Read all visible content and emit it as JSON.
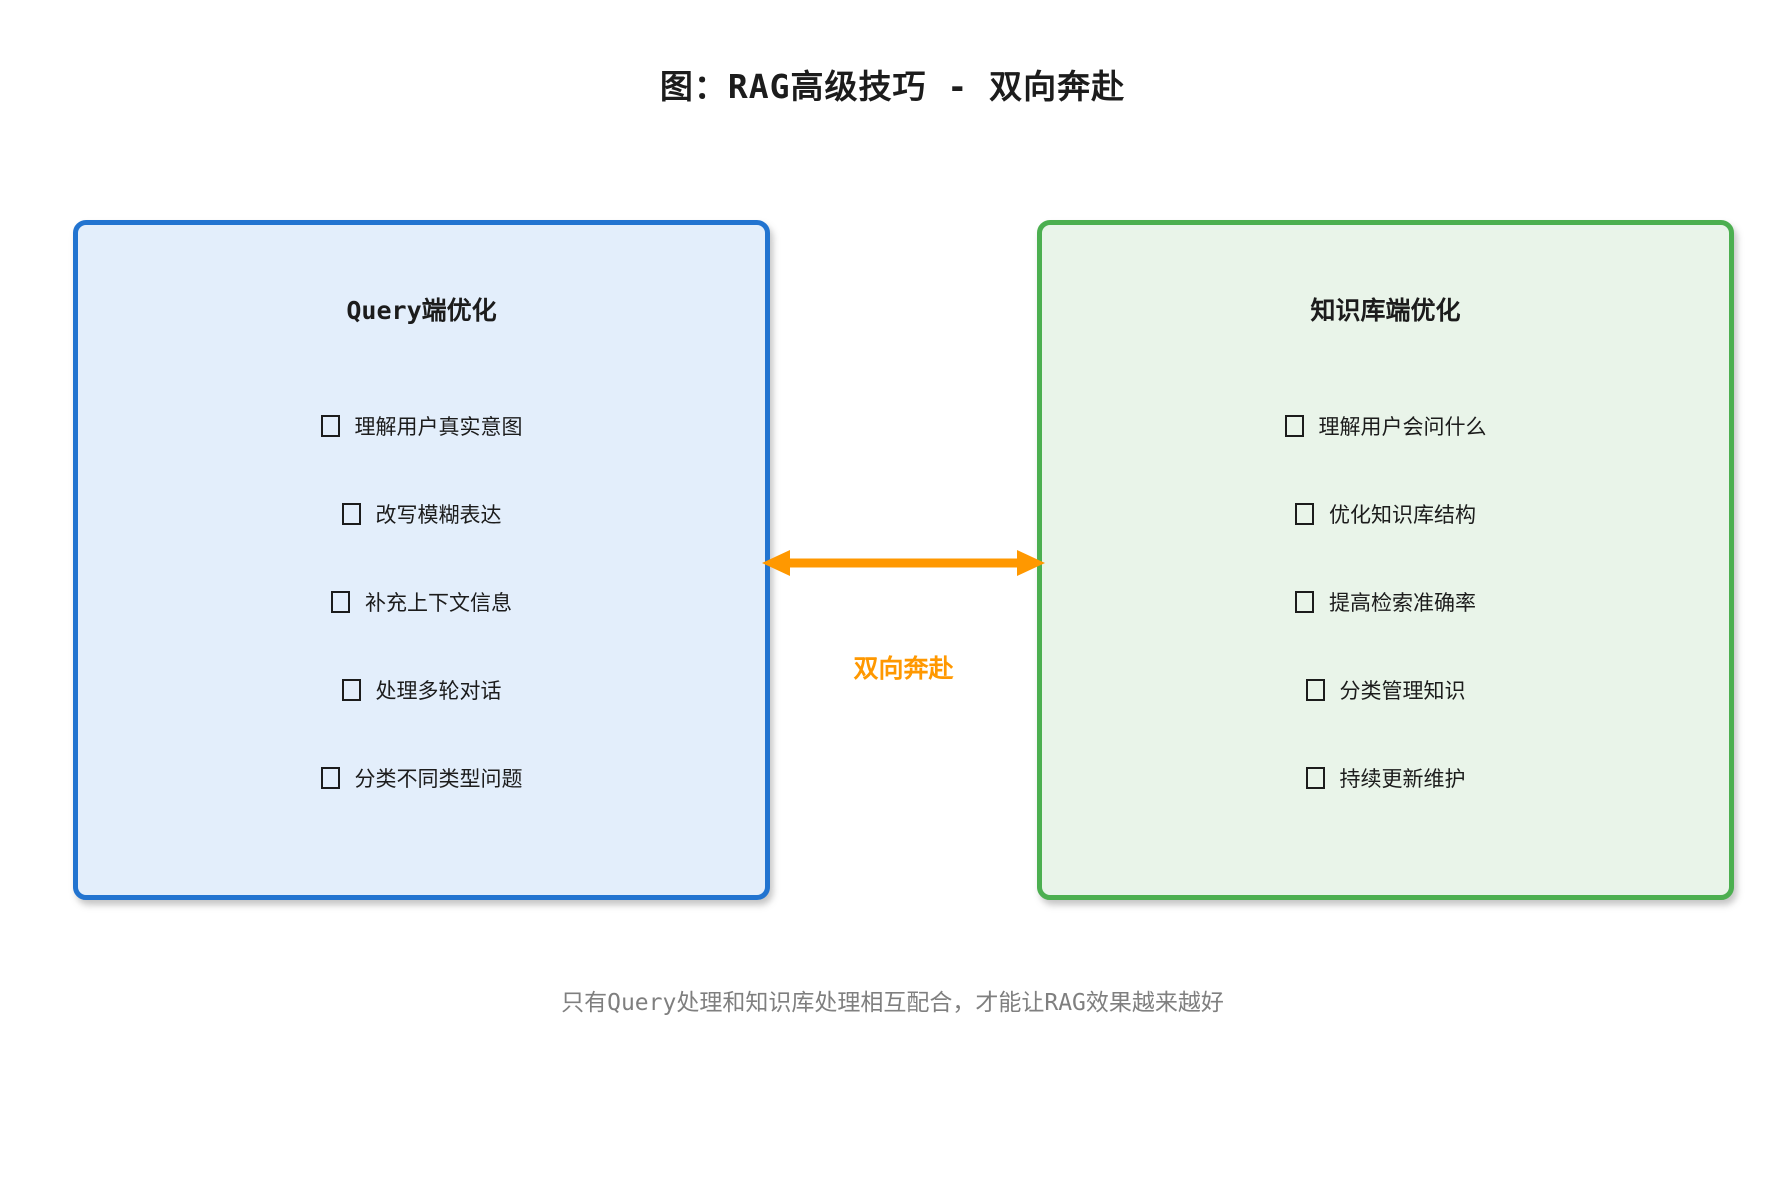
{
  "title": "图：RAG高级技巧 - 双向奔赴",
  "colors": {
    "left_border": "#2274d0",
    "left_fill": "#e3eefb",
    "right_border": "#4caf50",
    "right_fill": "#e9f4e9",
    "accent_orange": "#ff9800",
    "caption_gray": "#7f7f7f"
  },
  "left_box": {
    "title": "Query端优化",
    "items": [
      "理解用户真实意图",
      "改写模糊表达",
      "补充上下文信息",
      "处理多轮对话",
      "分类不同类型问题"
    ]
  },
  "right_box": {
    "title": "知识库端优化",
    "items": [
      "理解用户会问什么",
      "优化知识库结构",
      "提高检索准确率",
      "分类管理知识",
      "持续更新维护"
    ]
  },
  "connector": {
    "label": "双向奔赴"
  },
  "caption": "只有Query处理和知识库处理相互配合，才能让RAG效果越来越好"
}
